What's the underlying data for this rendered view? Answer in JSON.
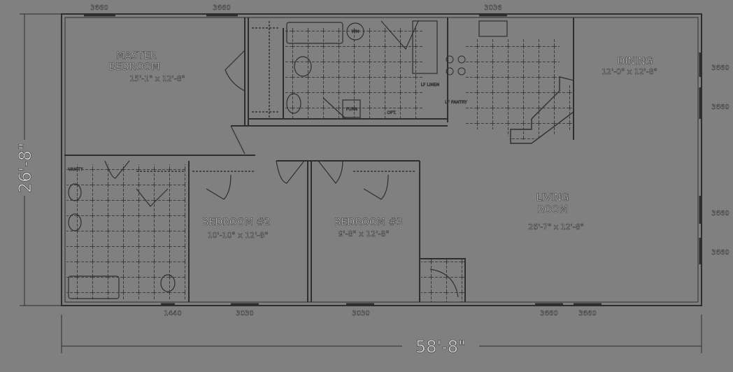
{
  "overall": {
    "width": "58'-8\"",
    "depth": "26'-8\""
  },
  "rooms": {
    "master": {
      "name_line1": "MASTER",
      "name_line2": "BEDROOM",
      "size": "15'-1\" x 12'-8\""
    },
    "bedroom2": {
      "name": "BEDROOM #2",
      "size": "10'-10\" x 12'-8\""
    },
    "bedroom3": {
      "name": "BEDROOM #3",
      "size": "9'-8\" x 12'-8\""
    },
    "living": {
      "name_line1": "LIVING",
      "name_line2": "ROOM",
      "size": "26'-7\" x 12'-8\""
    },
    "dining": {
      "name": "DINING",
      "size": "12'-0\" x 12'-8\""
    }
  },
  "fixtures": {
    "washer": "WM",
    "vanity": "VANITY",
    "linen": "LF LINEN",
    "pantry": "LF PANTRY",
    "opt": "OPT.",
    "furnace": "FURN"
  },
  "windows": {
    "top": [
      "3660",
      "3660",
      "3036"
    ],
    "right": [
      "3660",
      "3660",
      "3660",
      "3660"
    ],
    "bottom": [
      "1440",
      "3030",
      "3030",
      "3660",
      "3660"
    ]
  },
  "colors": {
    "background": "#808080",
    "lines": "#2e2e2e"
  }
}
